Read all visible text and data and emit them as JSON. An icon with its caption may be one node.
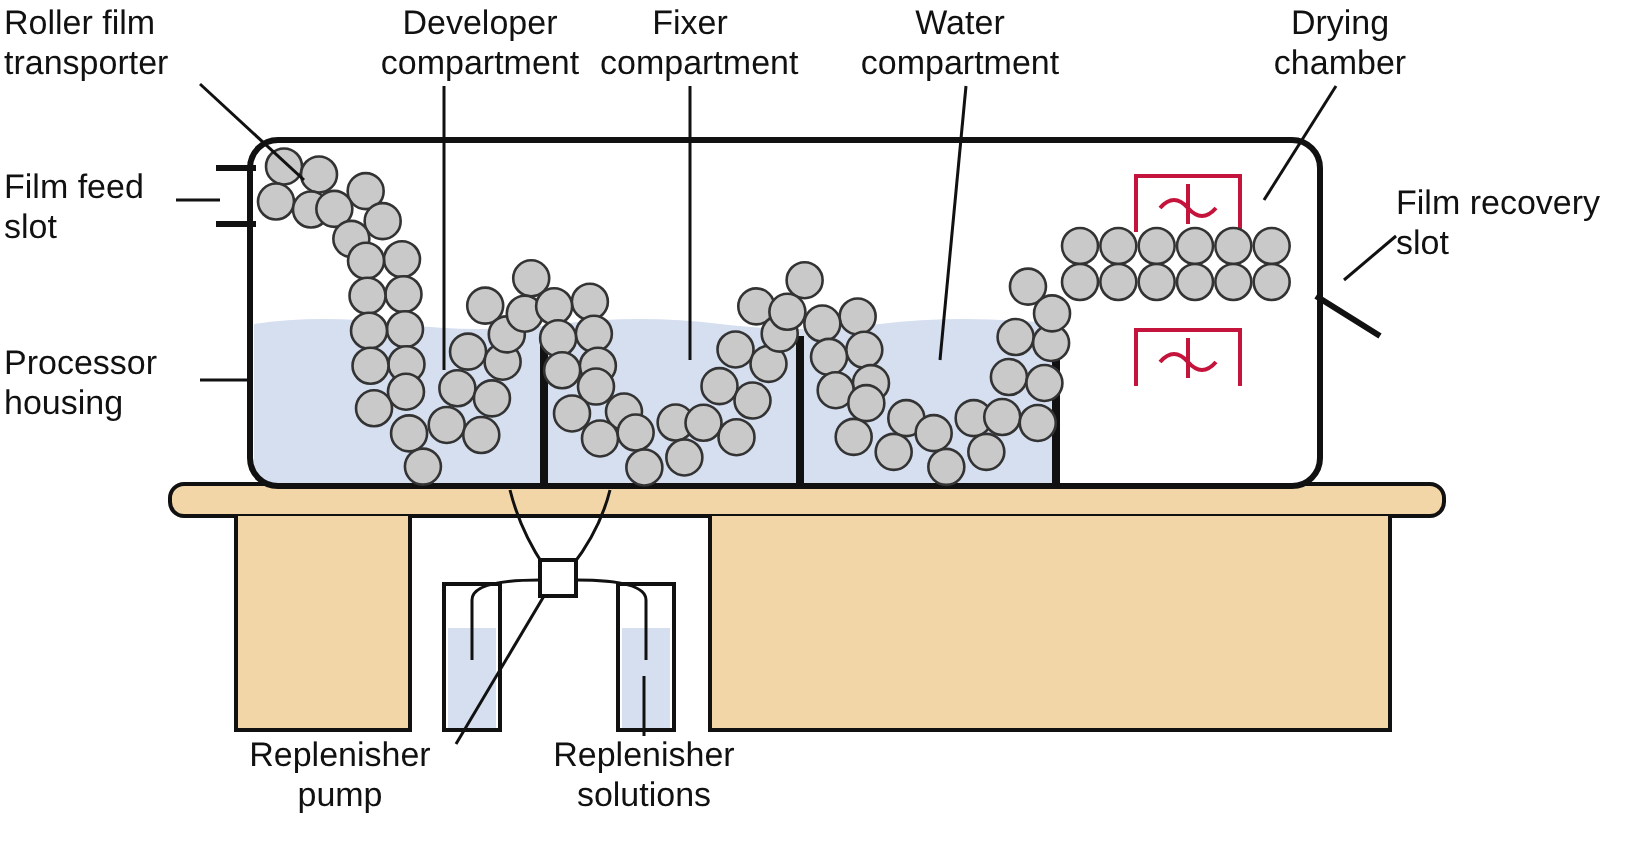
{
  "diagram": {
    "nodes": [
      {
        "text": [
          "Roller film transporter"
        ]
      },
      {
        "text": [
          "Developer compartment"
        ]
      },
      {
        "text": [
          "Fixer compartment"
        ]
      },
      {
        "text": [
          "Water compartment"
        ]
      },
      {
        "text": [
          "Drying chamber"
        ]
      },
      {
        "text": [
          "Film feed slot"
        ]
      },
      {
        "text": [
          "Film recovery slot"
        ]
      },
      {
        "text": [
          "Processor housing"
        ]
      },
      {
        "text": [
          "Replenisher pump"
        ]
      },
      {
        "text": [
          "Replenisher solutions"
        ]
      }
    ],
    "edges": [
      {
        "from": 0,
        "to": null,
        "arrow": "none"
      },
      {
        "from": 1,
        "to": null,
        "arrow": "none"
      },
      {
        "from": 2,
        "to": null,
        "arrow": "none"
      },
      {
        "from": 3,
        "to": null,
        "arrow": "none"
      },
      {
        "from": 4,
        "to": null,
        "arrow": "none"
      },
      {
        "from": 5,
        "to": null,
        "arrow": "none"
      },
      {
        "from": 6,
        "to": null,
        "arrow": "none"
      },
      {
        "from": 7,
        "to": null,
        "arrow": "none"
      },
      {
        "from": 8,
        "to": null,
        "arrow": "none"
      },
      {
        "from": 9,
        "to": null,
        "arrow": "none"
      }
    ]
  }
}
